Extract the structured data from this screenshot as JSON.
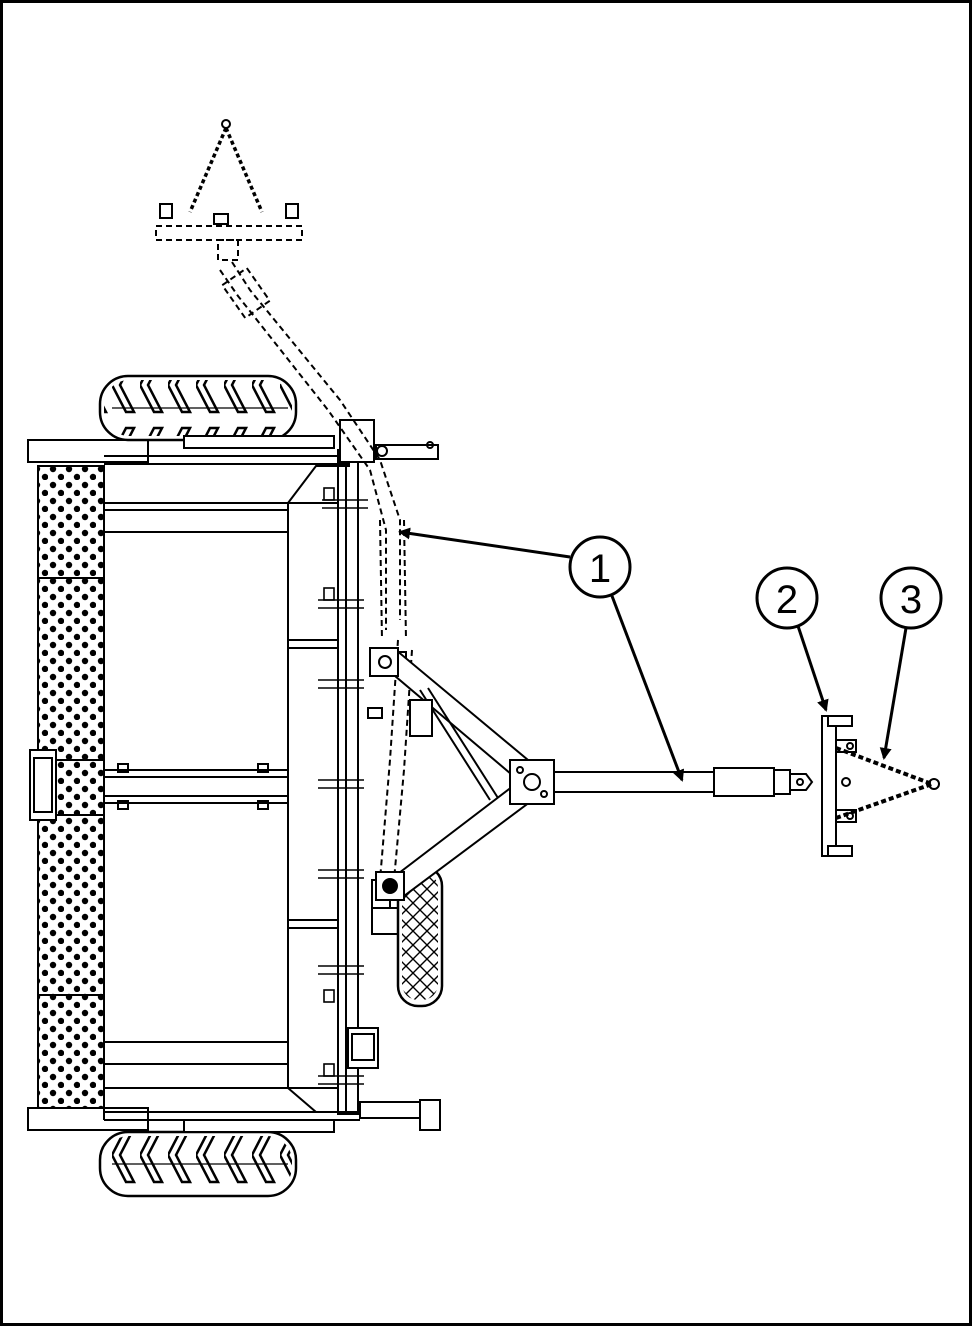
{
  "callouts": [
    {
      "id": "1",
      "label": "1"
    },
    {
      "id": "2",
      "label": "2"
    },
    {
      "id": "3",
      "label": "3"
    }
  ],
  "colors": {
    "line": "#000000",
    "background": "#ffffff",
    "dashed": "#000000"
  },
  "icons": {
    "tire": "tire-icon",
    "hitch": "hitch-icon",
    "chain": "chain-icon"
  }
}
